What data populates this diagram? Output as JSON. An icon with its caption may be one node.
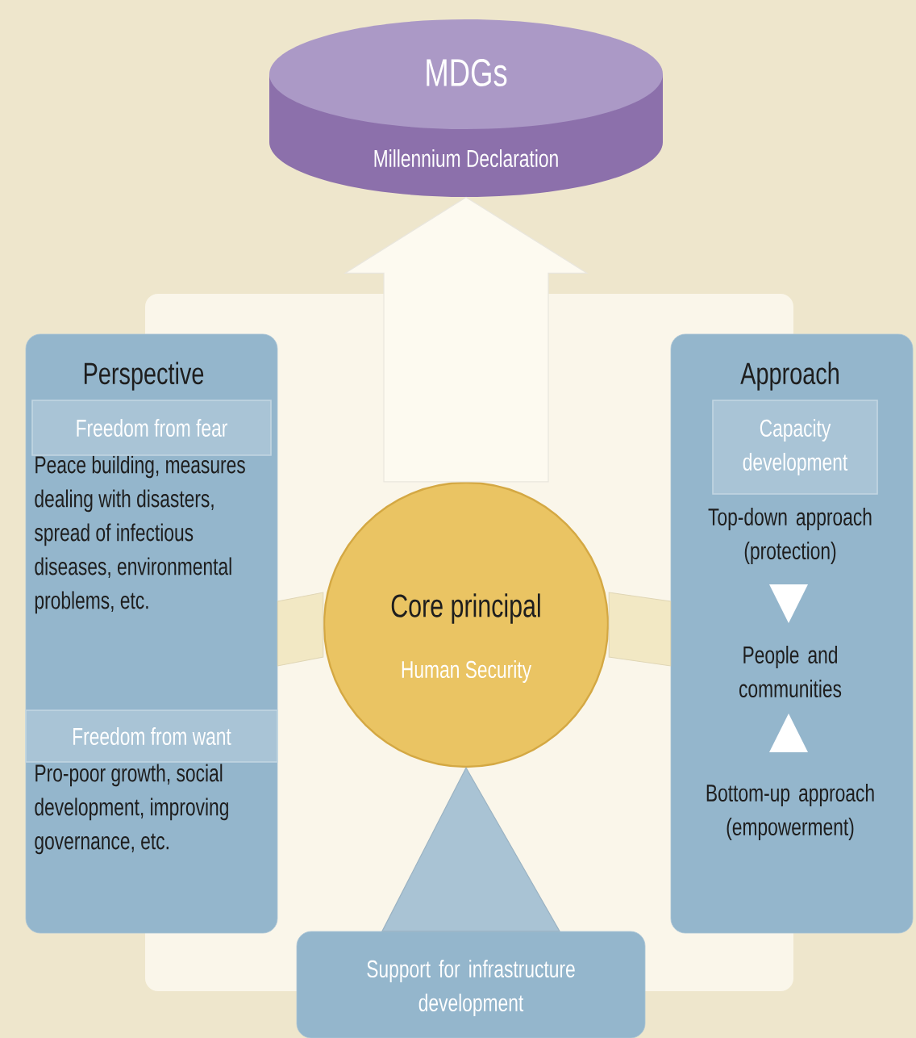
{
  "diagram": {
    "nodes": [
      {
        "text": [
          "MDGs",
          "Millennium Declaration"
        ]
      },
      {
        "text": [
          "Perspective",
          "Peace building, measures dealing with disasters, spread of infectious diseases, environmental problems, etc.",
          "Pro-poor growth, social development, improving governance, etc."
        ]
      },
      {
        "text": [
          "Freedom from fear"
        ],
        "in": 1
      },
      {
        "text": [
          "Freedom from want"
        ],
        "in": 1
      },
      {
        "text": [
          "Approach",
          "Top-down approach (protection)",
          "People and communities",
          "Bottom-up approach (empowerment)"
        ]
      },
      {
        "text": [
          "Capacity development"
        ],
        "in": 4
      },
      {
        "text": [
          "Core principal",
          "Human Security"
        ]
      },
      {
        "text": [
          "Support for infrastructure development"
        ]
      }
    ],
    "edges": [
      {
        "from": 6,
        "to": 0,
        "arrow": "to",
        "style": "thick",
        "color": "#fdfaf0"
      },
      {
        "from": 7,
        "to": 6,
        "arrow": "to",
        "color": "#a9c3d4"
      },
      {
        "from": 1,
        "to": 6,
        "arrow": "none",
        "style": "thick",
        "color": "#f2e8c4"
      },
      {
        "from": 4,
        "to": 6,
        "arrow": "none",
        "style": "thick",
        "color": "#f2e8c4"
      }
    ]
  }
}
